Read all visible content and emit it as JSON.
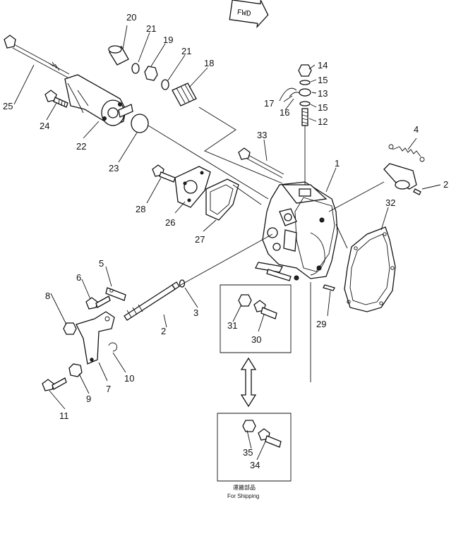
{
  "direction_marker": "FWD",
  "callouts": [
    "1",
    "2",
    "2",
    "3",
    "4",
    "5",
    "6",
    "7",
    "8",
    "9",
    "10",
    "11",
    "12",
    "13",
    "14",
    "15",
    "15",
    "16",
    "17",
    "18",
    "19",
    "20",
    "21",
    "21",
    "22",
    "23",
    "24",
    "25",
    "26",
    "27",
    "28",
    "29",
    "30",
    "31",
    "32",
    "33",
    "34",
    "35"
  ],
  "shipping_caption_jp": "運搬部品",
  "shipping_caption": "For Shipping",
  "colors": {
    "ink": "#111111",
    "paper": "#ffffff"
  }
}
